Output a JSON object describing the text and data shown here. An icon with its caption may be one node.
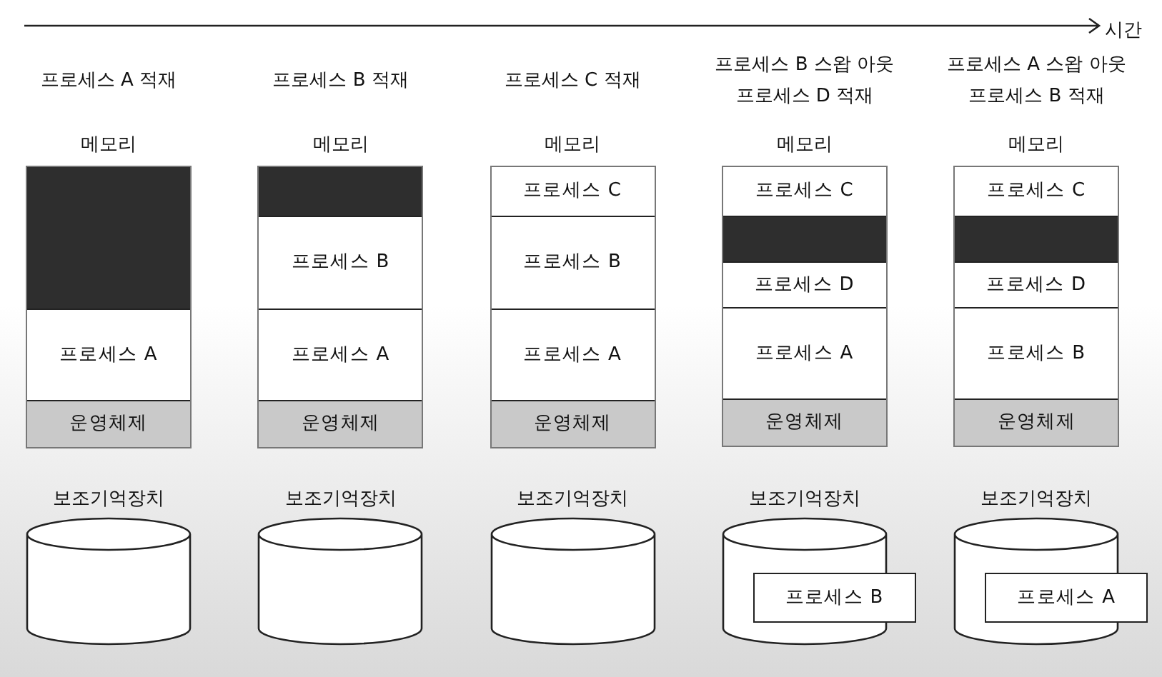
{
  "diagram": {
    "nodes": [
      {
        "text": [
          "메모리"
        ]
      },
      {
        "text": [],
        "shape": "box",
        "in": 0
      },
      {
        "text": [
          "프로세스 A"
        ],
        "in": 0
      },
      {
        "text": [
          "운영체제"
        ],
        "in": 0
      },
      {
        "text": [
          "보조기억장치"
        ]
      },
      {
        "text": [
          "메모리"
        ]
      },
      {
        "text": [],
        "shape": "box",
        "in": 5
      },
      {
        "text": [
          "프로세스 B"
        ],
        "in": 5
      },
      {
        "text": [
          "프로세스 A"
        ],
        "in": 5
      },
      {
        "text": [
          "운영체제"
        ],
        "in": 5
      },
      {
        "text": [
          "보조기억장치"
        ]
      },
      {
        "text": [
          "메모리"
        ]
      },
      {
        "text": [
          "프로세스 C"
        ],
        "in": 11
      },
      {
        "text": [
          "프로세스 B"
        ],
        "in": 11
      },
      {
        "text": [
          "프로세스 A"
        ],
        "in": 11
      },
      {
        "text": [
          "운영체제"
        ],
        "in": 11
      },
      {
        "text": [
          "보조기억장치"
        ]
      },
      {
        "text": [
          "메모리"
        ]
      },
      {
        "text": [
          "프로세스 C"
        ],
        "in": 17
      },
      {
        "text": [],
        "shape": "box",
        "in": 17
      },
      {
        "text": [
          "프로세스 D"
        ],
        "in": 17
      },
      {
        "text": [
          "프로세스 A"
        ],
        "in": 17
      },
      {
        "text": [
          "운영체제"
        ],
        "in": 17
      },
      {
        "text": [
          "보조기억장치"
        ]
      },
      {
        "text": [
          "프로세스 B"
        ]
      },
      {
        "text": [
          "메모리"
        ]
      },
      {
        "text": [
          "프로세스 C"
        ],
        "in": 25
      },
      {
        "text": [],
        "shape": "box",
        "in": 25
      },
      {
        "text": [
          "프로세스 D"
        ],
        "in": 25
      },
      {
        "text": [
          "프로세스 B"
        ],
        "in": 25
      },
      {
        "text": [
          "운영체제"
        ],
        "in": 25
      },
      {
        "text": [
          "보조기억장치"
        ]
      },
      {
        "text": [
          "프로세스 A"
        ]
      }
    ],
    "edges": [],
    "labels": [
      "시간",
      "프로세스 A 적재",
      "프로세스 B 적재",
      "프로세스 C 적재",
      "프로세스 B 스왑 아웃 프로세스 D 적재",
      "프로세스 A 스왑 아웃 프로세스 B 적재"
    ]
  }
}
